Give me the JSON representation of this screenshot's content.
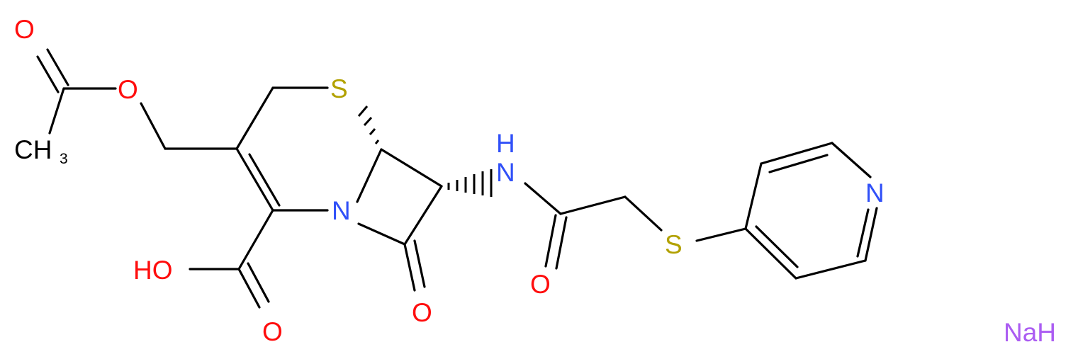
{
  "colors": {
    "bond": "#000000",
    "oxygen": "#ff0d0d",
    "nitrogen": "#3050f8",
    "sulfur": "#b2a100",
    "sodium": "#ab5cf2",
    "carbon": "#000000"
  },
  "labels": {
    "ester_carbonyl_o": "O",
    "ester_o": "O",
    "ch3_main": "CH",
    "ch3_sub": "3",
    "ring_s": "S",
    "ring_n": "N",
    "amide_n": "N",
    "amide_h": "H",
    "amide_o": "O",
    "lactam_o": "O",
    "acid_ho": "HO",
    "acid_o": "O",
    "thio_s": "S",
    "pyridine_n": "N",
    "salt": "NaH"
  }
}
